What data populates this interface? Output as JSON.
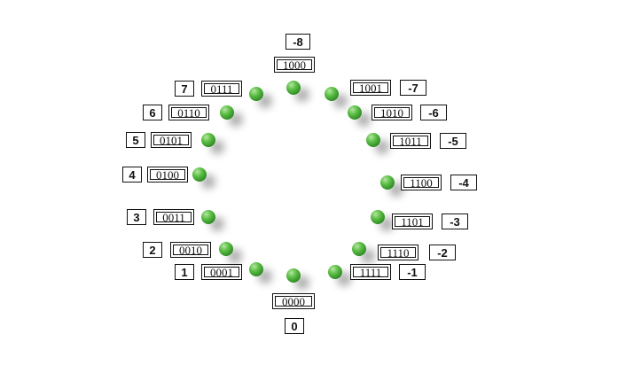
{
  "wheel": {
    "positions": [
      {
        "decimal": "0",
        "binary": "0000"
      },
      {
        "decimal": "1",
        "binary": "0001"
      },
      {
        "decimal": "2",
        "binary": "0010"
      },
      {
        "decimal": "3",
        "binary": "0011"
      },
      {
        "decimal": "4",
        "binary": "0100"
      },
      {
        "decimal": "5",
        "binary": "0101"
      },
      {
        "decimal": "6",
        "binary": "0110"
      },
      {
        "decimal": "7",
        "binary": "0111"
      },
      {
        "decimal": "-8",
        "binary": "1000"
      },
      {
        "decimal": "-7",
        "binary": "1001"
      },
      {
        "decimal": "-6",
        "binary": "1010"
      },
      {
        "decimal": "-5",
        "binary": "1011"
      },
      {
        "decimal": "-4",
        "binary": "1100"
      },
      {
        "decimal": "-3",
        "binary": "1101"
      },
      {
        "decimal": "-2",
        "binary": "1110"
      },
      {
        "decimal": "-1",
        "binary": "1111"
      }
    ],
    "dot_color": "#3fa02f"
  }
}
